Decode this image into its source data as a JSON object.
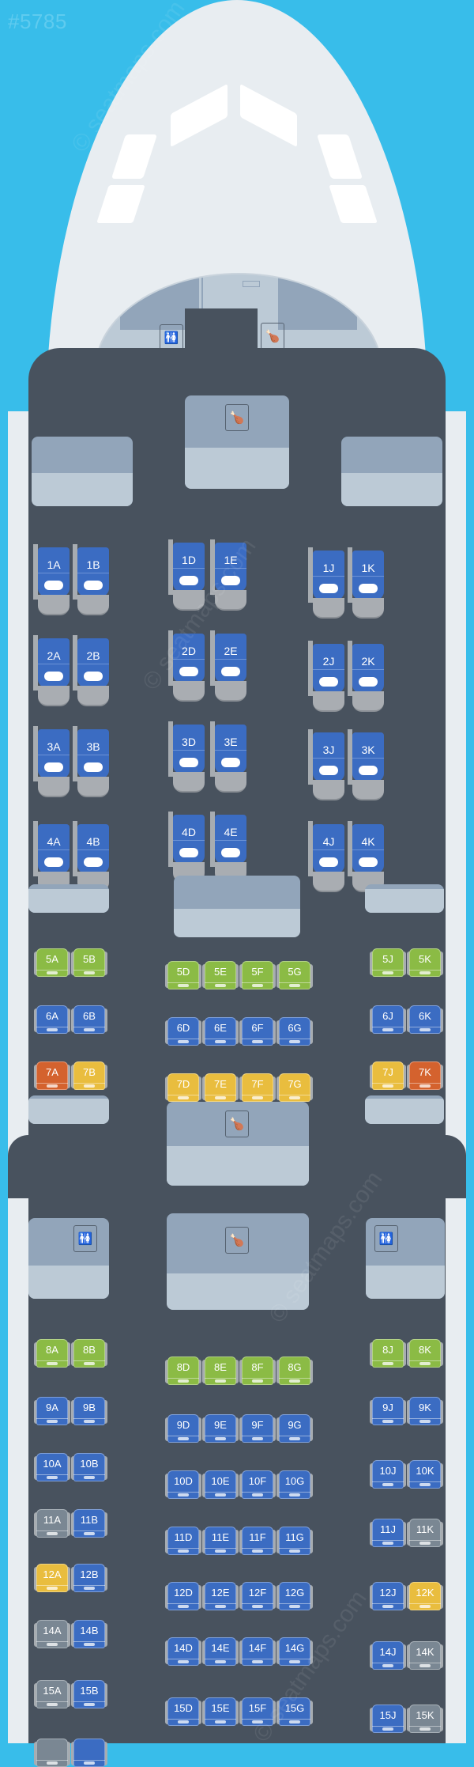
{
  "page": {
    "watermark_id": "#5785",
    "watermark_text": "© seatmaps.com"
  },
  "colors": {
    "sky": "#38bdea",
    "fuselage": "#e8edf1",
    "cabin": "#48525e",
    "standard": "#3b6cc2",
    "extra_legroom": "#8bbb45",
    "preferred": "#e9bd3e",
    "exit_restricted": "#d4622e",
    "unavailable": "#7a8793",
    "galley_top": "#92a5ba",
    "galley_bottom": "#bccad6"
  },
  "facilities": {
    "front_lavatory": "lavatory-icon",
    "front_galley": "galley-icon",
    "galley_1": "galley-icon",
    "galley_2": "galley-icon",
    "galley_3": "galley-icon",
    "lav_left": "lavatory-icon",
    "lav_right": "lavatory-icon"
  },
  "business": {
    "rows": [
      {
        "row": "1",
        "seats": [
          "1A",
          "1B",
          "1D",
          "1E",
          "1J",
          "1K"
        ]
      },
      {
        "row": "2",
        "seats": [
          "2A",
          "2B",
          "2D",
          "2E",
          "2J",
          "2K"
        ]
      },
      {
        "row": "3",
        "seats": [
          "3A",
          "3B",
          "3D",
          "3E",
          "3J",
          "3K"
        ]
      },
      {
        "row": "4",
        "seats": [
          "4A",
          "4B",
          "4D",
          "4E",
          "4J",
          "4K"
        ]
      }
    ]
  },
  "economy": {
    "rows": [
      {
        "row": "5",
        "seats": [
          [
            "5A",
            "green"
          ],
          [
            "5B",
            "green"
          ],
          [
            "5D",
            "green"
          ],
          [
            "5E",
            "green"
          ],
          [
            "5F",
            "green"
          ],
          [
            "5G",
            "green"
          ],
          [
            "5J",
            "green"
          ],
          [
            "5K",
            "green"
          ]
        ]
      },
      {
        "row": "6",
        "seats": [
          [
            "6A",
            "blue"
          ],
          [
            "6B",
            "blue"
          ],
          [
            "6D",
            "blue"
          ],
          [
            "6E",
            "blue"
          ],
          [
            "6F",
            "blue"
          ],
          [
            "6G",
            "blue"
          ],
          [
            "6J",
            "blue"
          ],
          [
            "6K",
            "blue"
          ]
        ]
      },
      {
        "row": "7",
        "seats": [
          [
            "7A",
            "orange"
          ],
          [
            "7B",
            "yellow"
          ],
          [
            "7D",
            "yellow"
          ],
          [
            "7E",
            "yellow"
          ],
          [
            "7F",
            "yellow"
          ],
          [
            "7G",
            "yellow"
          ],
          [
            "7J",
            "yellow"
          ],
          [
            "7K",
            "orange"
          ]
        ]
      },
      {
        "row": "8",
        "seats": [
          [
            "8A",
            "green"
          ],
          [
            "8B",
            "green"
          ],
          [
            "8D",
            "green"
          ],
          [
            "8E",
            "green"
          ],
          [
            "8F",
            "green"
          ],
          [
            "8G",
            "green"
          ],
          [
            "8J",
            "green"
          ],
          [
            "8K",
            "green"
          ]
        ]
      },
      {
        "row": "9",
        "seats": [
          [
            "9A",
            "blue"
          ],
          [
            "9B",
            "blue"
          ],
          [
            "9D",
            "blue"
          ],
          [
            "9E",
            "blue"
          ],
          [
            "9F",
            "blue"
          ],
          [
            "9G",
            "blue"
          ],
          [
            "9J",
            "blue"
          ],
          [
            "9K",
            "blue"
          ]
        ]
      },
      {
        "row": "10",
        "seats": [
          [
            "10A",
            "blue"
          ],
          [
            "10B",
            "blue"
          ],
          [
            "10D",
            "blue"
          ],
          [
            "10E",
            "blue"
          ],
          [
            "10F",
            "blue"
          ],
          [
            "10G",
            "blue"
          ],
          [
            "10J",
            "blue"
          ],
          [
            "10K",
            "blue"
          ]
        ]
      },
      {
        "row": "11",
        "seats": [
          [
            "11A",
            "grey"
          ],
          [
            "11B",
            "blue"
          ],
          [
            "11D",
            "blue"
          ],
          [
            "11E",
            "blue"
          ],
          [
            "11F",
            "blue"
          ],
          [
            "11G",
            "blue"
          ],
          [
            "11J",
            "blue"
          ],
          [
            "11K",
            "grey"
          ]
        ]
      },
      {
        "row": "12",
        "seats": [
          [
            "12A",
            "yellow"
          ],
          [
            "12B",
            "blue"
          ],
          [
            "12D",
            "blue"
          ],
          [
            "12E",
            "blue"
          ],
          [
            "12F",
            "blue"
          ],
          [
            "12G",
            "blue"
          ],
          [
            "12J",
            "blue"
          ],
          [
            "12K",
            "yellow"
          ]
        ]
      },
      {
        "row": "14",
        "seats": [
          [
            "14A",
            "grey"
          ],
          [
            "14B",
            "blue"
          ],
          [
            "14D",
            "blue"
          ],
          [
            "14E",
            "blue"
          ],
          [
            "14F",
            "blue"
          ],
          [
            "14G",
            "blue"
          ],
          [
            "14J",
            "blue"
          ],
          [
            "14K",
            "grey"
          ]
        ]
      },
      {
        "row": "15",
        "seats": [
          [
            "15A",
            "grey"
          ],
          [
            "15B",
            "blue"
          ],
          [
            "15D",
            "blue"
          ],
          [
            "15E",
            "blue"
          ],
          [
            "15F",
            "blue"
          ],
          [
            "15G",
            "blue"
          ],
          [
            "15J",
            "blue"
          ],
          [
            "15K",
            "grey"
          ]
        ]
      },
      {
        "row": "16",
        "seats": [
          [
            "",
            "grey"
          ],
          [
            "",
            "blue"
          ]
        ]
      }
    ]
  }
}
